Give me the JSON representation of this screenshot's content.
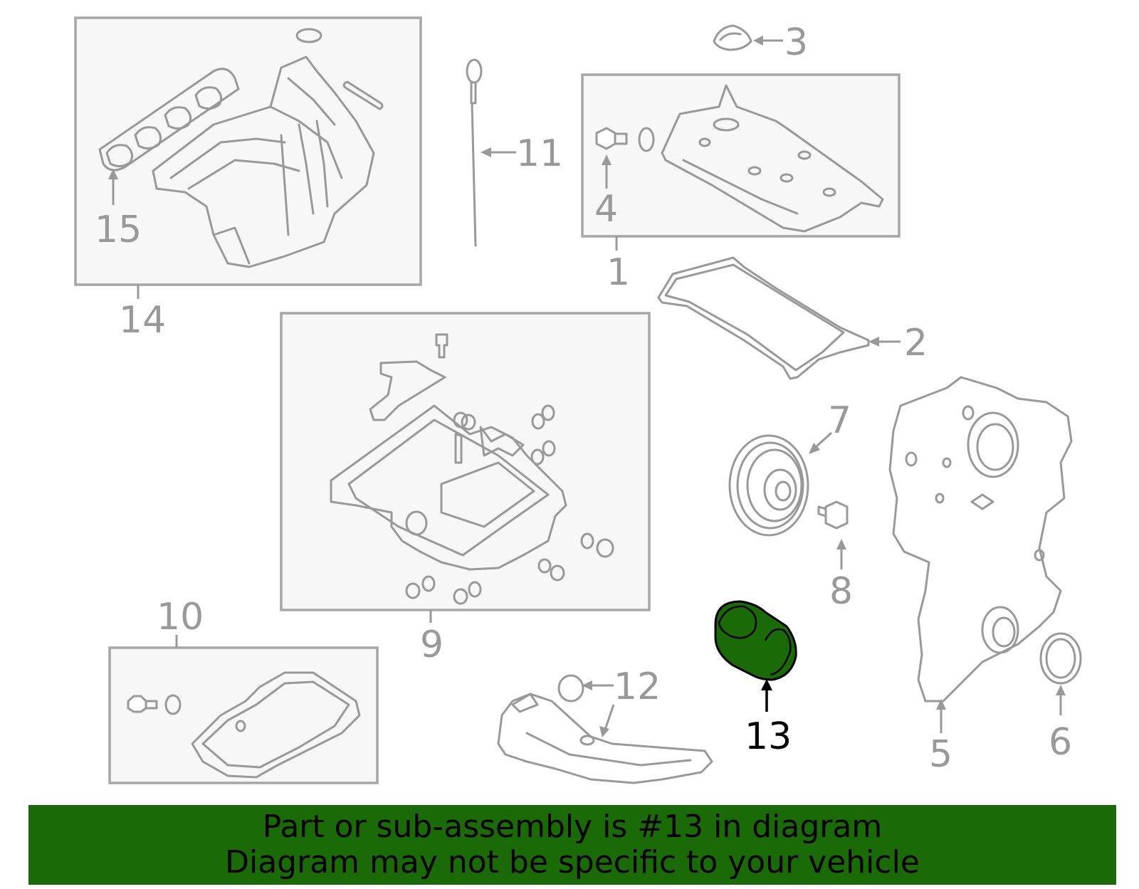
{
  "callouts": {
    "c1": "1",
    "c2": "2",
    "c3": "3",
    "c4": "4",
    "c5": "5",
    "c6": "6",
    "c7": "7",
    "c8": "8",
    "c9": "9",
    "c10": "10",
    "c11": "11",
    "c12": "12",
    "c13": "13",
    "c14": "14",
    "c15": "15"
  },
  "highlighted_part": "13",
  "colors": {
    "highlight_fill": "#1a6b08",
    "banner_background": "#1a6b08",
    "line_gray": "#999999",
    "box_fill": "#f7f7f7"
  },
  "banner": {
    "line1": "Part or sub-assembly is #13 in diagram",
    "line2": "Diagram may not be specific to your vehicle"
  }
}
